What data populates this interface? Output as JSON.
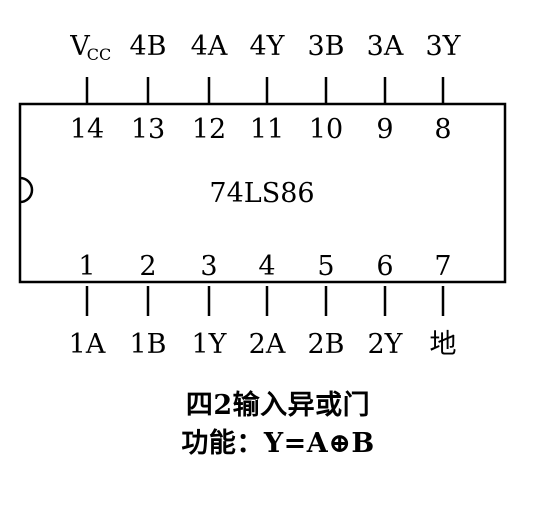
{
  "chip": {
    "part_number": "74LS86",
    "top_pins": [
      {
        "number": "14",
        "name": "V",
        "sub": "CC"
      },
      {
        "number": "13",
        "name": "4B"
      },
      {
        "number": "12",
        "name": "4A"
      },
      {
        "number": "11",
        "name": "4Y"
      },
      {
        "number": "10",
        "name": "3B"
      },
      {
        "number": "9",
        "name": "3A"
      },
      {
        "number": "8",
        "name": "3Y"
      }
    ],
    "bottom_pins": [
      {
        "number": "1",
        "name": "1A"
      },
      {
        "number": "2",
        "name": "1B"
      },
      {
        "number": "3",
        "name": "1Y"
      },
      {
        "number": "4",
        "name": "2A"
      },
      {
        "number": "5",
        "name": "2B"
      },
      {
        "number": "6",
        "name": "2Y"
      },
      {
        "number": "7",
        "name": "地"
      }
    ]
  },
  "caption": {
    "title": "四2输入异或门",
    "function": "功能：Y=A⊕B"
  }
}
